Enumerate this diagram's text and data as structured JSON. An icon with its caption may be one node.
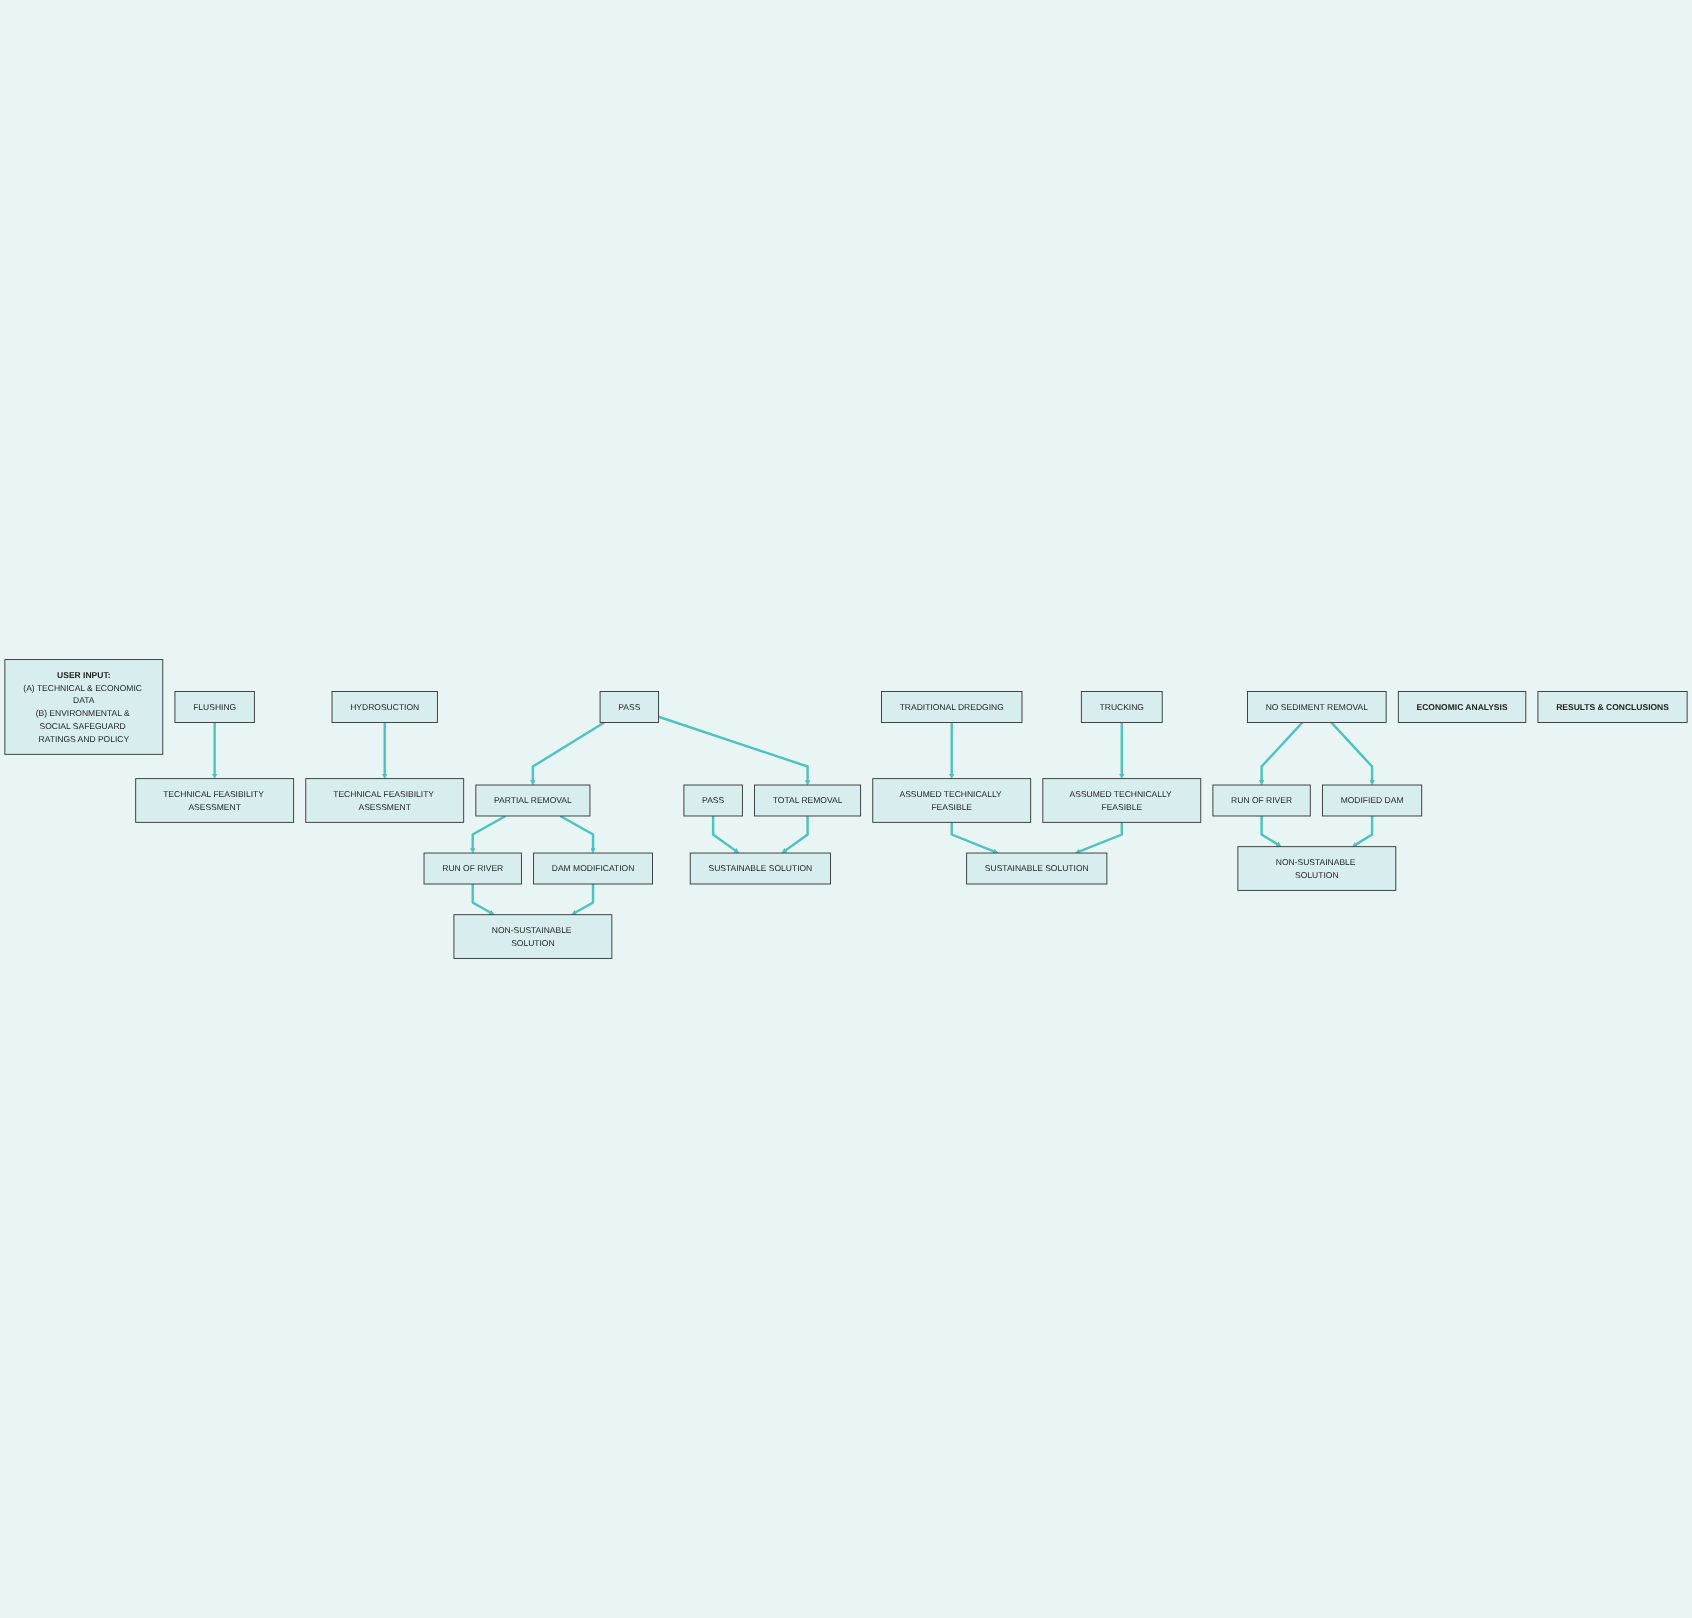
{
  "diagram": {
    "nodes": [
      {
        "text": [
          "USER INPUT:",
          "(A) TECHNICAL & ECONOMIC DATA",
          "(B) ENVIRONMENTAL & SOCIAL SAFEGUARD RATINGS AND POLICY"
        ]
      },
      {
        "text": [
          "FLUSHING"
        ]
      },
      {
        "text": [
          "HYDROSUCTION"
        ]
      },
      {
        "text": [
          "TRADITIONAL DREDGING"
        ]
      },
      {
        "text": [
          "TRUCKING"
        ]
      },
      {
        "text": [
          "NO SEDIMENT REMOVAL"
        ]
      },
      {
        "text": [
          "TECHNICAL FEASIBILITY ASESSMENT"
        ]
      },
      {
        "text": [
          "TECHNICAL FEASIBILITY ASESSMENT"
        ]
      },
      {
        "text": [
          "ASSUMED TECHNICALLY FEASIBLE"
        ]
      },
      {
        "text": [
          "ASSUMED TECHNICALLY FEASIBLE"
        ]
      },
      {
        "text": [
          "PASS"
        ]
      },
      {
        "text": [
          "PASS"
        ]
      },
      {
        "text": [
          "TOTAL REMOVAL"
        ]
      },
      {
        "text": [
          "PARTIAL REMOVAL"
        ]
      },
      {
        "text": [
          "RUN OF RIVER"
        ]
      },
      {
        "text": [
          "MODIFIED DAM"
        ]
      },
      {
        "text": [
          "RUN OF RIVER"
        ]
      },
      {
        "text": [
          "DAM MODIFICATION"
        ]
      },
      {
        "text": [
          "SUSTAINABLE SOLUTION"
        ]
      },
      {
        "text": [
          "NON-SUSTAINABLE SOLUTION"
        ]
      },
      {
        "text": [
          "SUSTAINABLE SOLUTION"
        ]
      },
      {
        "text": [
          "NON-SUSTAINABLE SOLUTION"
        ]
      },
      {
        "text": [
          "ECONOMIC ANALYSIS"
        ]
      },
      {
        "text": [
          "RESULTS & CONCLUSIONS"
        ]
      }
    ],
    "edges": [
      {
        "from": 1,
        "to": 6,
        "arrow": "to"
      },
      {
        "from": 2,
        "to": 7,
        "arrow": "to"
      },
      {
        "from": 3,
        "to": 8,
        "arrow": "to"
      },
      {
        "from": 4,
        "to": 9,
        "arrow": "to"
      },
      {
        "from": 5,
        "to": 14,
        "arrow": "to"
      },
      {
        "from": 5,
        "to": 15,
        "arrow": "to"
      },
      {
        "from": 11,
        "to": 12,
        "arrow": "to"
      },
      {
        "from": 11,
        "to": 13,
        "arrow": "to"
      },
      {
        "from": 10,
        "to": 18,
        "arrow": "to"
      },
      {
        "from": 12,
        "to": 18,
        "arrow": "to"
      },
      {
        "from": 13,
        "to": 16,
        "arrow": "to"
      },
      {
        "from": 13,
        "to": 17,
        "arrow": "to"
      },
      {
        "from": 16,
        "to": 19,
        "arrow": "to"
      },
      {
        "from": 17,
        "to": 19,
        "arrow": "to"
      },
      {
        "from": 8,
        "to": 20,
        "arrow": "to"
      },
      {
        "from": 9,
        "to": 20,
        "arrow": "to"
      },
      {
        "from": 14,
        "to": 21,
        "arrow": "to"
      },
      {
        "from": 15,
        "to": 21,
        "arrow": "to"
      }
    ]
  }
}
